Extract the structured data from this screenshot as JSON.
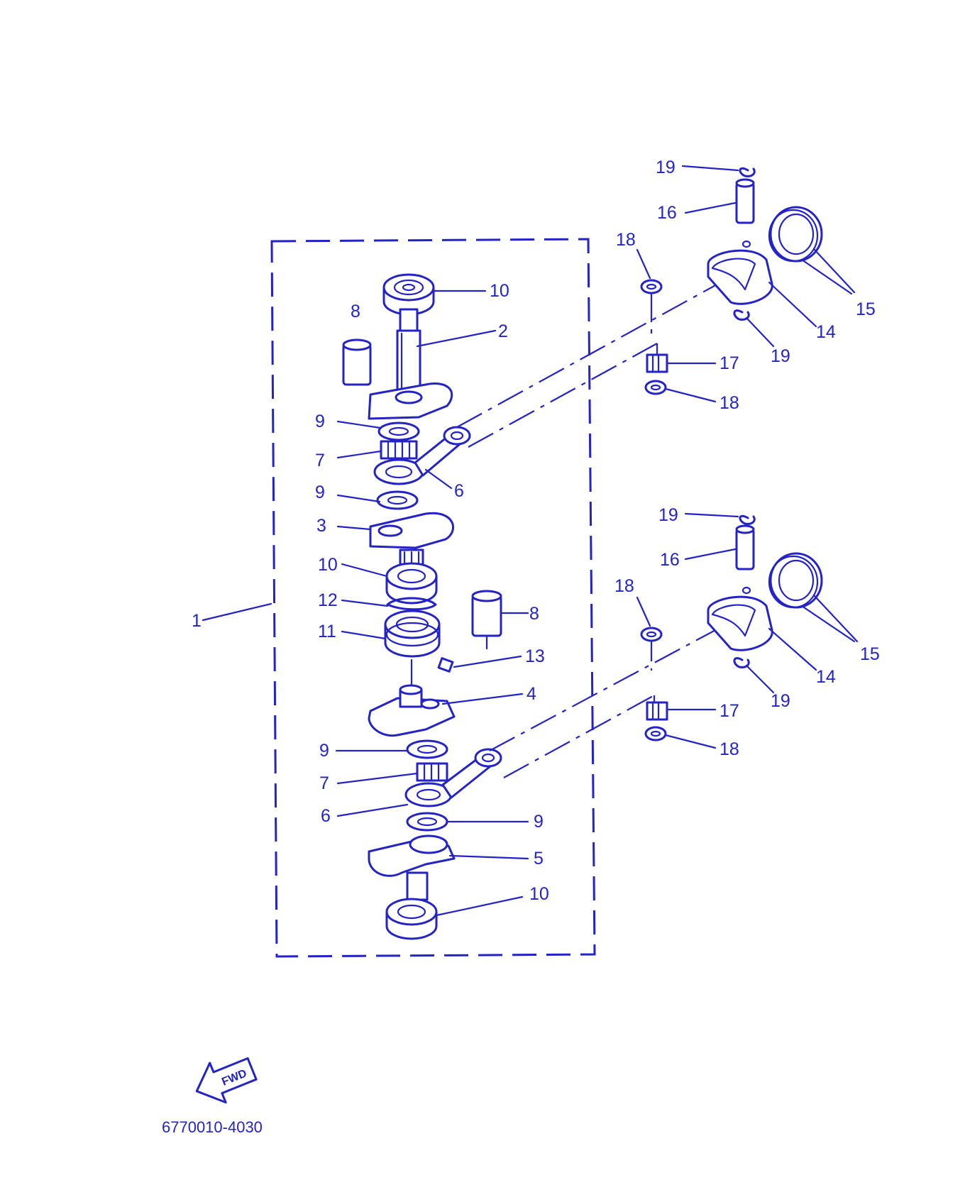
{
  "document_code": "6770010-4030",
  "fwd_label": "FWD",
  "ink_color": "#2323c8",
  "labels": {
    "assembly": "1",
    "crank_upper": "2",
    "crank_mid": "3",
    "crank_lower_a": "4",
    "crank_lower_b": "5",
    "conrod_top": "6",
    "conrod_bottom": "6",
    "needle_top": "7",
    "needle_bottom": "7",
    "pin_top": "8",
    "pin_mid": "8",
    "washer_a": "9",
    "washer_b": "9",
    "washer_c": "9",
    "washer_d": "9",
    "bearing_top": "10",
    "bearing_mid": "10",
    "bearing_bottom": "10",
    "labyrinth": "11",
    "circlip_mid": "12",
    "key": "13",
    "piston_top": "14",
    "piston_bottom": "14",
    "rings_top": "15",
    "rings_bottom": "15",
    "wristpin_top": "16",
    "wristpin_bottom": "16",
    "smallend_top": "17",
    "smallend_bottom": "17",
    "washer18_t1": "18",
    "washer18_t2": "18",
    "washer18_b1": "18",
    "washer18_b2": "18",
    "clip_t1": "19",
    "clip_t2": "19",
    "clip_b1": "19",
    "clip_b2": "19"
  }
}
